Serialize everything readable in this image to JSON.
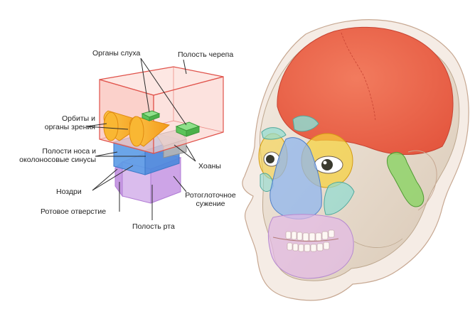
{
  "labels": {
    "hearing": "Органы слуха",
    "cranial_cavity": "Полость черепа",
    "orbits_line1": "Орбиты и",
    "orbits_line2": "органы зрения",
    "nasal_line1": "Полости носа и",
    "nasal_line2": "околоносовые синусы",
    "choanae": "Хоаны",
    "nostrils": "Ноздри",
    "oropharynx_line1": "Ротоглоточное",
    "oropharynx_line2": "сужение",
    "mouth_opening": "Ротовое отверстие",
    "oral_cavity": "Полость рта"
  },
  "colors": {
    "cranial": "#f08a78",
    "cranial_fill": "#fbd3cc",
    "orbit": "#f5a823",
    "hearing": "#5cc45a",
    "nasal": "#4f8fe0",
    "oral": "#c79ae3",
    "skull_bone": "#efe4d7",
    "skin_outline": "#d9b9a4"
  }
}
